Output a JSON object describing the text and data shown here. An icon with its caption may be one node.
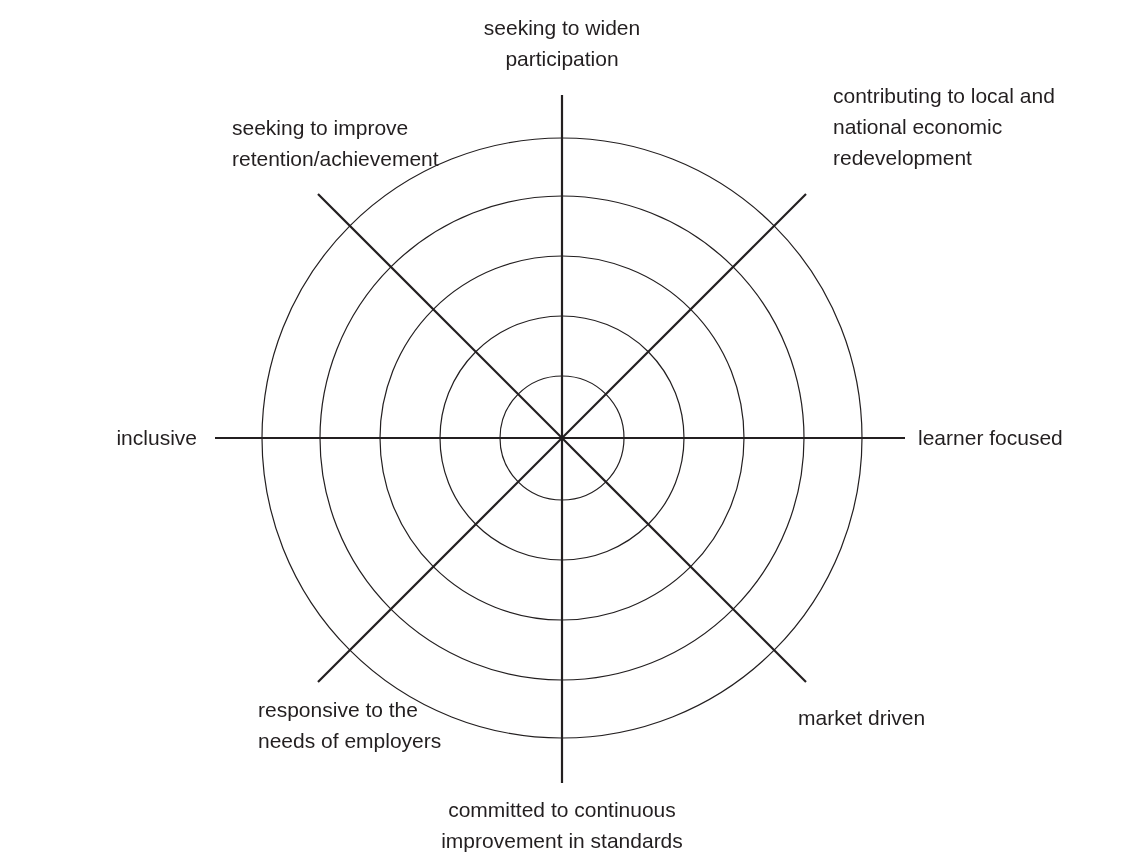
{
  "diagram": {
    "labels": [
      "seeking to widen participation",
      "seeking to improve retention/achievement",
      "contributing to local and national economic redevelopment",
      "inclusive",
      "learner focused",
      "responsive to the needs of employers",
      "market driven",
      "committed to continuous improvement in standards"
    ]
  }
}
